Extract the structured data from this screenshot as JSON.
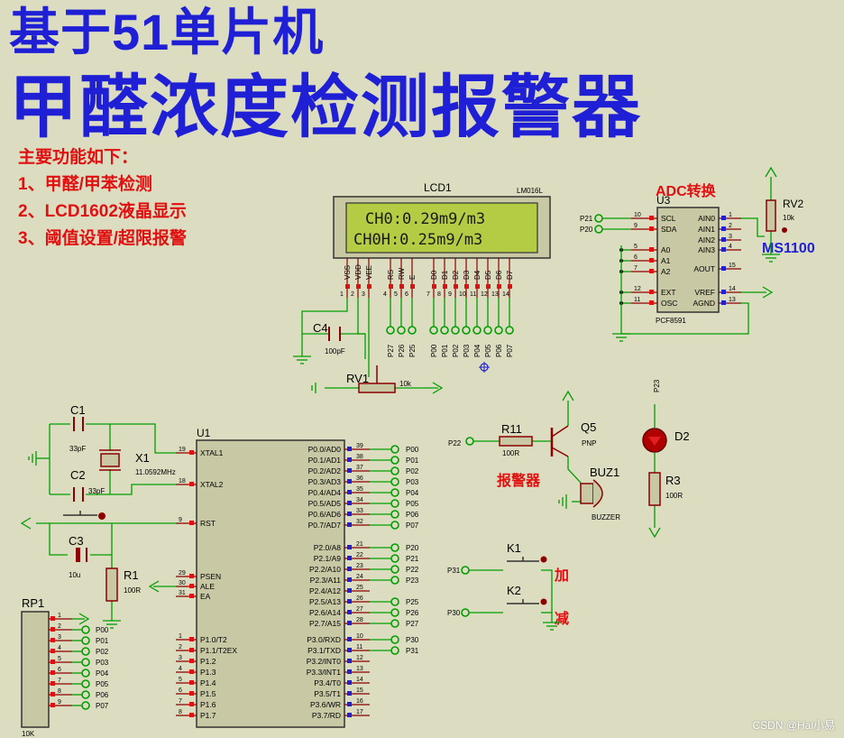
{
  "title": {
    "line1": "基于51单片机",
    "line2": "甲醛浓度检测报警器"
  },
  "features": {
    "heading": "主要功能如下：",
    "items": [
      "1、甲醛/甲苯检测",
      "2、LCD1602液晶显示",
      "3、阈值设置/超限报警"
    ]
  },
  "lcd": {
    "ref": "LCD1",
    "model": "LM016L",
    "line1": "CH0:0.29m9/m3",
    "line2": "CH0H:0.25m9/m3",
    "pins": [
      "VSS",
      "VDD",
      "VEE",
      "RS",
      "RW",
      "E",
      "D0",
      "D1",
      "D2",
      "D3",
      "D4",
      "D5",
      "D6",
      "D7"
    ],
    "pin_nums": [
      "1",
      "2",
      "3",
      "4",
      "5",
      "6",
      "7",
      "8",
      "9",
      "10",
      "11",
      "12",
      "13",
      "14"
    ],
    "net_labels": [
      "P26",
      "P25",
      "P27",
      "P00",
      "P01",
      "P02",
      "P03",
      "P04",
      "P05",
      "P06",
      "P07"
    ]
  },
  "adc": {
    "label": "ADC转换",
    "ref": "U3",
    "model": "PCF8591",
    "left_pins": [
      "SCL",
      "SDA",
      "A0",
      "A1",
      "A2",
      "EXT",
      "OSC"
    ],
    "left_nums": [
      "10",
      "9",
      "5",
      "6",
      "7",
      "12",
      "11"
    ],
    "right_pins": [
      "AIN0",
      "AIN1",
      "AIN2",
      "AIN3",
      "AOUT",
      "VREF",
      "AGND"
    ],
    "right_nums": [
      "1",
      "2",
      "3",
      "4",
      "15",
      "14",
      "13"
    ],
    "nets": [
      "P21",
      "P20"
    ]
  },
  "sensor": {
    "ref": "RV2",
    "value": "10k",
    "label": "MS1100"
  },
  "mcu": {
    "ref": "U1",
    "left_pins": [
      "XTAL1",
      "XTAL2",
      "RST",
      "PSEN",
      "ALE",
      "EA",
      "P1.0/T2",
      "P1.1/T2EX",
      "P1.2",
      "P1.3",
      "P1.4",
      "P1.5",
      "P1.6",
      "P1.7"
    ],
    "left_nums": [
      "19",
      "18",
      "9",
      "29",
      "30",
      "31",
      "1",
      "2",
      "3",
      "4",
      "5",
      "6",
      "7",
      "8"
    ],
    "right_pins": [
      "P0.0/AD0",
      "P0.1/AD1",
      "P0.2/AD2",
      "P0.3/AD3",
      "P0.4/AD4",
      "P0.5/AD5",
      "P0.6/AD6",
      "P0.7/AD7",
      "P2.0/A8",
      "P2.1/A9",
      "P2.2/A10",
      "P2.3/A11",
      "P2.4/A12",
      "P2.5/A13",
      "P2.6/A14",
      "P2.7/A15",
      "P3.0/RXD",
      "P3.1/TXD",
      "P3.2/INT0",
      "P3.3/INT1",
      "P3.4/T0",
      "P3.5/T1",
      "P3.6/WR",
      "P3.7/RD"
    ],
    "right_nums": [
      "39",
      "38",
      "37",
      "36",
      "35",
      "34",
      "33",
      "32",
      "21",
      "22",
      "23",
      "24",
      "25",
      "26",
      "27",
      "28",
      "10",
      "11",
      "12",
      "13",
      "14",
      "15",
      "16",
      "17"
    ],
    "right_nets": [
      "P00",
      "P01",
      "P02",
      "P03",
      "P04",
      "P05",
      "P06",
      "P07",
      "P20",
      "P21",
      "P22",
      "P23",
      "",
      "P25",
      "P26",
      "P27",
      "P30",
      "P31",
      "",
      "",
      "",
      "",
      "",
      ""
    ]
  },
  "osc": {
    "c1": "C1",
    "c1v": "33pF",
    "c2": "C2",
    "c2v": "33pF",
    "x1": "X1",
    "x1v": "11.0592MHz"
  },
  "reset": {
    "c3": "C3",
    "c3v": "10u",
    "r1": "R1",
    "r1v": "100R"
  },
  "rp1": {
    "ref": "RP1",
    "value": "10K",
    "nets": [
      "P00",
      "P01",
      "P02",
      "P03",
      "P04",
      "P05",
      "P06",
      "P07"
    ],
    "nums": [
      "1",
      "2",
      "3",
      "4",
      "5",
      "6",
      "7",
      "8",
      "9"
    ]
  },
  "c4": {
    "ref": "C4",
    "value": "100pF"
  },
  "rv1": {
    "ref": "RV1",
    "value": "10k"
  },
  "alarm": {
    "label": "报警器",
    "q5": "Q5",
    "q5t": "PNP",
    "r11": "R11",
    "r11v": "100R",
    "net": "P22",
    "buz": "BUZ1",
    "buzt": "BUZZER"
  },
  "led": {
    "net": "P23",
    "d2": "D2",
    "r3": "R3",
    "r3v": "100R"
  },
  "keys": {
    "k1": "K1",
    "k1net": "P31",
    "k1lbl": "加",
    "k2": "K2",
    "k2net": "P30",
    "k2lbl": "减"
  },
  "watermark": "CSDN @Hai小易",
  "colors": {
    "title": "#1f1fd6",
    "feature": "#e01010",
    "background": "#dcdcc0",
    "wire": "#009e00",
    "component": "#8b0000",
    "lcd_screen": "#b3cc44"
  }
}
